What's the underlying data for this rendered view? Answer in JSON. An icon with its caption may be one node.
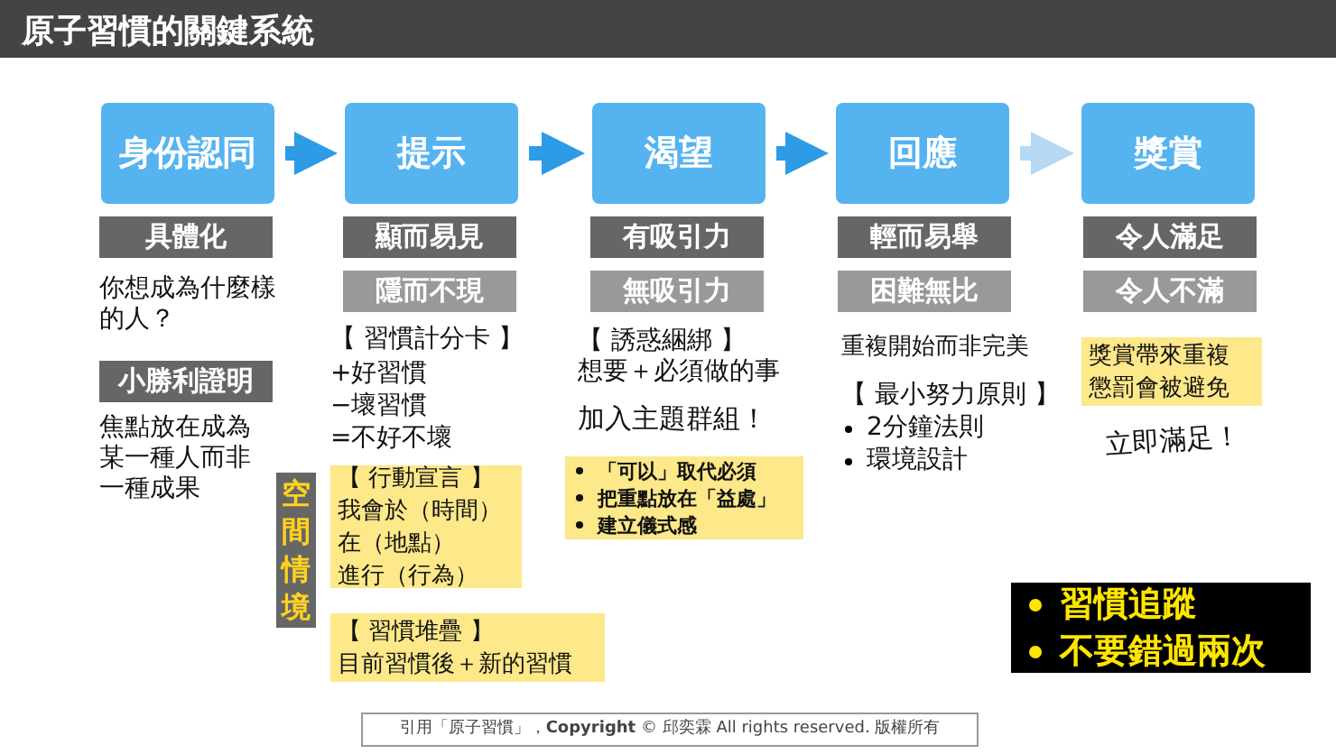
{
  "diagram": {
    "title": "原子習慣的關鍵系統",
    "nodes": [
      {
        "text": [
          "身份認同"
        ]
      },
      {
        "text": [
          "提示"
        ]
      },
      {
        "text": [
          "渴望"
        ]
      },
      {
        "text": [
          "回應"
        ]
      },
      {
        "text": [
          "獎賞"
        ]
      },
      {
        "text": [
          "具體化"
        ]
      },
      {
        "text": [
          "顯而易見"
        ]
      },
      {
        "text": [
          "有吸引力"
        ]
      },
      {
        "text": [
          "輕而易舉"
        ]
      },
      {
        "text": [
          "令人滿足"
        ]
      },
      {
        "text": [
          "隱而不現"
        ]
      },
      {
        "text": [
          "無吸引力"
        ]
      },
      {
        "text": [
          "困難無比"
        ]
      },
      {
        "text": [
          "令人不滿"
        ]
      },
      {
        "text": [
          "獎賞帶來重複",
          "懲罰會被避免"
        ]
      },
      {
        "text": [
          "小勝利證明"
        ]
      },
      {
        "text": [
          "「可以」取代必須",
          "把重點放在「益處」",
          "建立儀式感"
        ]
      },
      {
        "text": [
          "空間情境"
        ]
      },
      {
        "text": [
          "【 行動宣言 】",
          "我會於（時間）",
          "在（地點）",
          "進行（行為）"
        ]
      },
      {
        "text": [
          "習慣追蹤",
          "不要錯過兩次"
        ]
      },
      {
        "text": [
          "【 習慣堆疊 】",
          "目前習慣後＋新的習慣"
        ]
      }
    ],
    "edges": [
      {
        "from": 0,
        "to": 1,
        "arrow": "to"
      },
      {
        "from": 1,
        "to": 2,
        "arrow": "to"
      },
      {
        "from": 2,
        "to": 3,
        "arrow": "to"
      },
      {
        "from": 3,
        "to": 4,
        "arrow": "to",
        "color": "#b5d8f5"
      }
    ],
    "labels": [
      "你想成為什麼樣的人？",
      "【 習慣計分卡 】",
      "+好習慣",
      "−壞習慣",
      "=不好不壞",
      "【 誘惑綑綁 】",
      "想要＋必須做的事",
      "重複開始而非完美",
      "【 最小努力原則 】",
      "2分鐘法則",
      "環境設計",
      "加入主題群組！",
      "焦點放在成為某一種人而非一種成果",
      "立即滿足！",
      "引用「原子習慣」，**Copyright** © 邱奕霖 All rights reserved. 版權所有"
    ]
  }
}
